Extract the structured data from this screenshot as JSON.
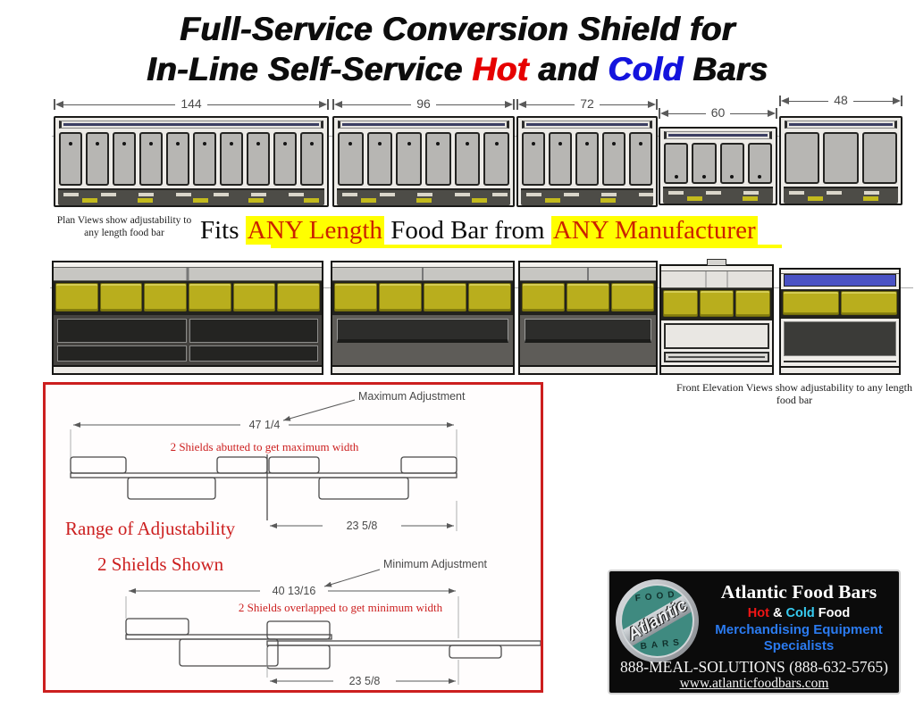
{
  "title": {
    "line1": "Full-Service Conversion Shield for",
    "line2_pre": "In-Line Self-Service ",
    "hot": "Hot",
    "mid": " and ",
    "cold": "Cold",
    "post": " Bars"
  },
  "units": [
    {
      "length_label": "144",
      "plan_pans": 10,
      "elevation_panels": 6
    },
    {
      "length_label": "96",
      "plan_pans": 6,
      "elevation_panels": 4
    },
    {
      "length_label": "72",
      "plan_pans": 5,
      "elevation_panels": 3
    },
    {
      "length_label": "60",
      "plan_pans": 4,
      "elevation_panels": 3
    },
    {
      "length_label": "48",
      "plan_pans": 3,
      "elevation_panels": 2
    }
  ],
  "plan_caption": "Plan Views show adjustability to any length food bar",
  "elevation_caption": "Front Elevation Views show adjustability to any length food bar",
  "tagline": {
    "pre": "Fits ",
    "highlight1": "ANY Length",
    "mid": " Food Bar from ",
    "highlight2": "ANY Manufacturer"
  },
  "diagram": {
    "max_label": "Maximum Adjustment",
    "max_dim": "47 1/4",
    "max_note": "2 Shields abutted to get maximum width",
    "shield_dim_top": "23 5/8",
    "range_line1": "Range of Adjustability",
    "range_line2": "2 Shields Shown",
    "min_label": "Minimum Adjustment",
    "min_dim": "40 13/16",
    "min_note": "2 Shields overlapped to get minimum width",
    "shield_dim_bottom": "23 5/8"
  },
  "logo": {
    "badge_top": "FOOD",
    "badge_name": "Atlantic",
    "badge_bottom": "BARS",
    "brand": "Atlantic Food Bars",
    "sub_hot": "Hot",
    "sub_amp": " & ",
    "sub_cold": "Cold",
    "sub_food": " Food",
    "line3": "Merchandising Equipment",
    "line4": "Specialists",
    "phone": "888-MEAL-SOLUTIONS (888-632-5765)",
    "website": "www.atlanticfoodbars.com"
  },
  "colors": {
    "hot_red": "#e60000",
    "cold_blue": "#1414dd",
    "highlight_yellow": "#ffff00",
    "highlight_text_red": "#cc2200",
    "diagram_red": "#cc1f1f",
    "shield_yellow": "#b9ae1d",
    "cold_bar_blue": "#4a52c4",
    "logo_teal": "#3f8a80",
    "logo_blue": "#2b7bf0",
    "logo_hot_red": "#f21515",
    "logo_cold_cyan": "#37ccf2"
  }
}
